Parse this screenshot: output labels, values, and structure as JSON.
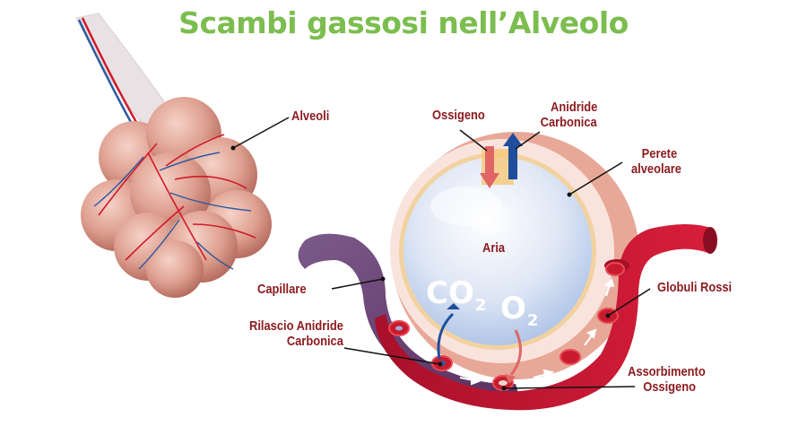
{
  "title": "Scambi gassosi nell’Alveolo",
  "labels": {
    "alveoli": "Alveoli",
    "ossigeno": "Ossigeno",
    "anidride_line1": "Anidride",
    "anidride_line2": "Carbonica",
    "perete_line1": "Perete",
    "perete_line2": "alveolare",
    "aria": "Aria",
    "capillare": "Capillare",
    "rilascio_line1": "Rilascio Anidride",
    "rilascio_line2": "Carbonica",
    "globuli_rossi": "Globuli Rossi",
    "assorbimento_line1": "Assorbimento",
    "assorbimento_line2": "Ossigeno"
  },
  "gases": {
    "co2": "CO",
    "co2_sub": "2",
    "o2": "O",
    "o2_sub": "2"
  },
  "colors": {
    "title": "#7cbd4f",
    "label": "#8b1a1e",
    "oxygen_arrow": "#e06666",
    "co2_arrow": "#1f4e9c",
    "artery": "#c8102e",
    "vein": "#6b3f73"
  }
}
